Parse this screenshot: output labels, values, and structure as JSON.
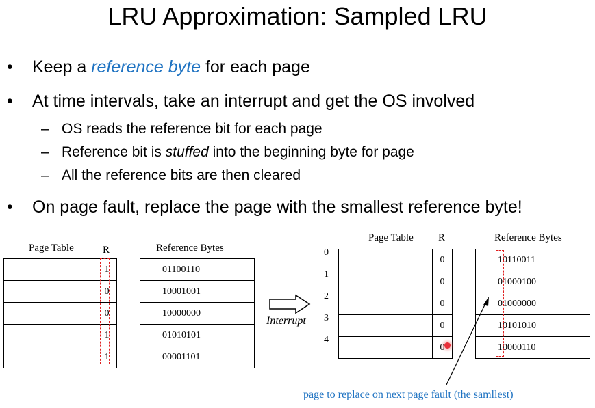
{
  "title": "LRU Approximation: Sampled LRU",
  "bullets": [
    {
      "pre": "Keep a ",
      "emph": "reference byte",
      "post": " for each page"
    },
    {
      "text": "At time intervals, take an interrupt and get the OS involved"
    },
    {
      "text": "On page fault, replace the page with the smallest reference byte!"
    }
  ],
  "sub_bullets": [
    {
      "pre": "OS reads the reference bit for each page"
    },
    {
      "pre": "Reference bit is ",
      "emph": "stuffed",
      "post": " into the beginning byte for page"
    },
    {
      "pre": "All the reference bits are then cleared"
    }
  ],
  "bullet_char": "•",
  "dash_char": "–",
  "left_diagram": {
    "page_table_label": "Page Table",
    "r_label": "R",
    "ref_label": "Reference Bytes",
    "r_values": [
      "1",
      "0",
      "0",
      "1",
      "1"
    ],
    "ref_bytes": [
      "01100110",
      "10001001",
      "10000000",
      "01010101",
      "00001101"
    ]
  },
  "interrupt_label": "Interrupt",
  "right_diagram": {
    "page_table_label": "Page Table",
    "r_label": "R",
    "ref_label": "Reference Bytes",
    "indices": [
      "0",
      "1",
      "2",
      "3",
      "4"
    ],
    "r_values": [
      "0",
      "0",
      "0",
      "0",
      "0"
    ],
    "ref_bytes": [
      "10110011",
      "01000100",
      "01000000",
      "10101010",
      "10000110"
    ]
  },
  "annotation": "page to replace on next page fault (the samllest)",
  "colors": {
    "accent": "#1f73c2",
    "highlight": "#e02020"
  }
}
